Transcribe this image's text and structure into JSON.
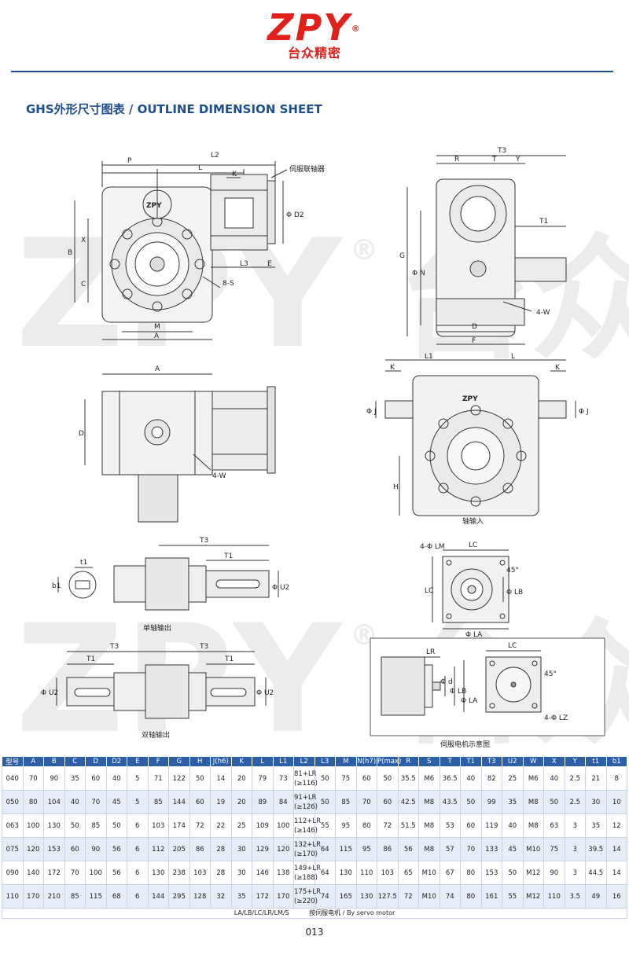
{
  "brand": {
    "logo": "ZPY",
    "registered": "®",
    "chinese": "台众精密"
  },
  "title": "GHS外形尺寸图表 / OUTLINE DIMENSION SHEET",
  "watermark": {
    "text": "ZPY",
    "registered": "®",
    "chinese": "台众"
  },
  "labels": {
    "front": {
      "P": "P",
      "L2": "L2",
      "L": "L",
      "K": "K",
      "coupling": "伺服联轴器",
      "D2": "Φ D2",
      "B": "B",
      "X": "X",
      "C": "C",
      "L3": "L3",
      "E": "E",
      "S": "8-S",
      "M": "M",
      "A": "A"
    },
    "side": {
      "T3": "T3",
      "R": "R",
      "T": "T",
      "Y": "Y",
      "T1": "T1",
      "G": "G",
      "N": "Φ N",
      "W": "4-W",
      "D": "D",
      "F": "F"
    },
    "top": {
      "A": "A",
      "D": "D",
      "W": "4-W"
    },
    "input": {
      "L1a": "L1",
      "L": "L",
      "Ka": "K",
      "Kb": "K",
      "Ja": "Φ J",
      "Jb": "Φ J",
      "H": "H",
      "caption": "轴输入"
    },
    "single": {
      "t1": "t1",
      "b1": "b1",
      "T3": "T3",
      "T1": "T1",
      "U2": "Φ U2",
      "caption": "单轴输出"
    },
    "flange": {
      "LM": "4-Φ LM",
      "LC": "LC",
      "LCv": "LC",
      "angle": "45°",
      "LB": "Φ LB",
      "LA": "Φ LA"
    },
    "double": {
      "T3a": "T3",
      "T3b": "T3",
      "T1a": "T1",
      "T1b": "T1",
      "U2a": "Φ U2",
      "U2b": "Φ U2",
      "caption": "双轴输出"
    },
    "motor": {
      "LR": "LR",
      "d": "Φ d",
      "LB": "Φ LB",
      "LA": "Φ LA",
      "LC": "LC",
      "angle": "45°",
      "LZ": "4-Φ LZ",
      "caption": "伺服电机示意图"
    }
  },
  "table": {
    "headers": [
      "型号",
      "A",
      "B",
      "C",
      "D",
      "D2",
      "E",
      "F",
      "G",
      "H",
      "J(h6)",
      "K",
      "L",
      "L1",
      "L2",
      "L3",
      "M",
      "N(h7)",
      "P(max)",
      "R",
      "S",
      "T",
      "T1",
      "T3",
      "U2",
      "W",
      "X",
      "Y",
      "t1",
      "b1"
    ],
    "rows": [
      [
        "040",
        "70",
        "90",
        "35",
        "60",
        "40",
        "5",
        "71",
        "122",
        "50",
        "14",
        "20",
        "79",
        "73",
        "81+LR\n(≥116)",
        "50",
        "75",
        "60",
        "50",
        "35.5",
        "M6",
        "36.5",
        "40",
        "82",
        "25",
        "M6",
        "40",
        "2.5",
        "21",
        "8"
      ],
      [
        "050",
        "80",
        "104",
        "40",
        "70",
        "45",
        "5",
        "85",
        "144",
        "60",
        "19",
        "20",
        "89",
        "84",
        "91+LR\n(≥126)",
        "50",
        "85",
        "70",
        "60",
        "42.5",
        "M8",
        "43.5",
        "50",
        "99",
        "35",
        "M8",
        "50",
        "2.5",
        "30",
        "10"
      ],
      [
        "063",
        "100",
        "130",
        "50",
        "85",
        "50",
        "6",
        "103",
        "174",
        "72",
        "22",
        "25",
        "109",
        "100",
        "112+LR\n(≥146)",
        "55",
        "95",
        "80",
        "72",
        "51.5",
        "M8",
        "53",
        "60",
        "119",
        "40",
        "M8",
        "63",
        "3",
        "35",
        "12"
      ],
      [
        "075",
        "120",
        "153",
        "60",
        "90",
        "56",
        "6",
        "112",
        "205",
        "86",
        "28",
        "30",
        "129",
        "120",
        "132+LR\n(≥170)",
        "64",
        "115",
        "95",
        "86",
        "56",
        "M8",
        "57",
        "70",
        "133",
        "45",
        "M10",
        "75",
        "3",
        "39.5",
        "14"
      ],
      [
        "090",
        "140",
        "172",
        "70",
        "100",
        "56",
        "6",
        "130",
        "238",
        "103",
        "28",
        "30",
        "146",
        "138",
        "149+LR\n(≥188)",
        "64",
        "130",
        "110",
        "103",
        "65",
        "M10",
        "67",
        "80",
        "153",
        "50",
        "M12",
        "90",
        "3",
        "44.5",
        "14"
      ],
      [
        "110",
        "170",
        "210",
        "85",
        "115",
        "68",
        "6",
        "144",
        "295",
        "128",
        "32",
        "35",
        "172",
        "170",
        "175+LR\n(≥220)",
        "74",
        "165",
        "130",
        "127.5",
        "72",
        "M10",
        "74",
        "80",
        "161",
        "55",
        "M12",
        "110",
        "3.5",
        "49",
        "16"
      ]
    ],
    "note": "LA/LB/LC/LR/LM/S          按伺服电机 / By servo motor"
  },
  "page_number": "013"
}
